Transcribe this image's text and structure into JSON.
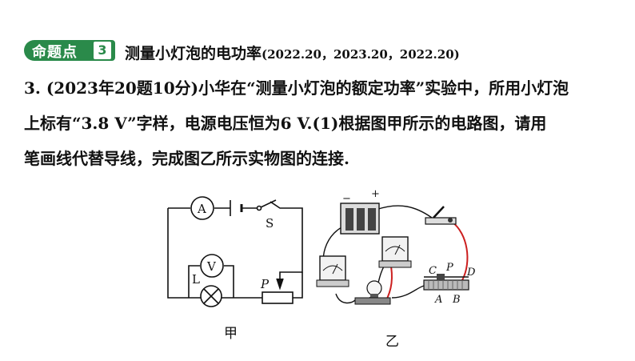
{
  "header": {
    "badge_label": "命题点",
    "badge_number": "3",
    "title": "测量小灯泡的电功率",
    "years": "(2022.20，2023.20，2022.20)"
  },
  "question": {
    "line1": "3. (2023年20题10分)小华在“测量小灯泡的额定功率”实验中，所用小灯泡",
    "line2": "上标有“3.8 V”字样，电源电压恒为6 V.(1)根据图甲所示的电路图，请用",
    "line3": "笔画线代替导线，完成图乙所示实物图的连接."
  },
  "figure_jia": {
    "ammeter": "A",
    "voltmeter": "V",
    "switch": "S",
    "lamp": "L",
    "rheostat": "P",
    "caption": "甲"
  },
  "figure_yi": {
    "minus": "−",
    "plus": "+",
    "C": "C",
    "P": "P",
    "D": "D",
    "A": "A",
    "B": "B",
    "caption": "乙"
  },
  "colors": {
    "badge": "#2a8a4a",
    "wire_red": "#cc1f1f"
  }
}
